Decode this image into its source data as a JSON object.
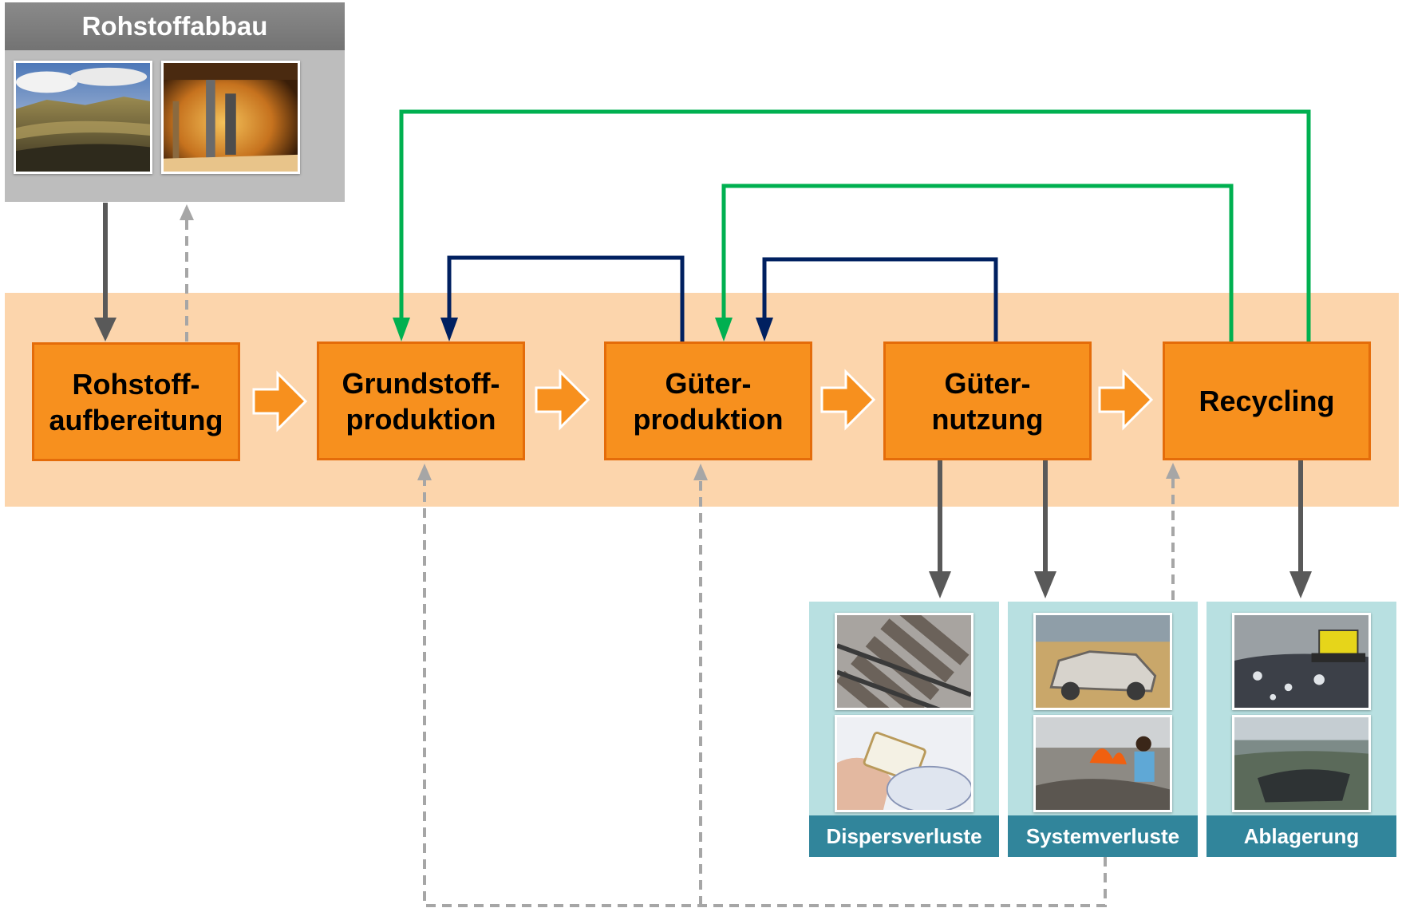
{
  "mining": {
    "title": "Rohstoffabbau",
    "photos": [
      "open-pit-mine-photo",
      "underground-mine-photo"
    ]
  },
  "process_steps": [
    {
      "id": "rohstoffaufbereitung",
      "label": "Rohstoff-\naufbereitung"
    },
    {
      "id": "grundstoffproduktion",
      "label": "Grundstoff-\nproduktion"
    },
    {
      "id": "gueterproduktion",
      "label": "Güter-\nproduktion"
    },
    {
      "id": "gueternutzung",
      "label": "Güter-\nnutzung"
    },
    {
      "id": "recycling",
      "label": "Recycling"
    }
  ],
  "losses": [
    {
      "id": "dispersverluste",
      "label": "Dispersverluste",
      "photos": [
        "railway-tracks-photo",
        "rfid-tag-photo"
      ]
    },
    {
      "id": "systemverluste",
      "label": "Systemverluste",
      "photos": [
        "scrapped-car-photo",
        "waste-burning-photo"
      ]
    },
    {
      "id": "ablagerung",
      "label": "Ablagerung",
      "photos": [
        "landfill-bulldozer-photo",
        "landfill-site-photo"
      ]
    }
  ],
  "colors": {
    "process_fill": "#f7901e",
    "process_border": "#e46c0a",
    "band": "#fcd5ac",
    "loss_panel": "#b8e0e1",
    "loss_label": "#31859b",
    "green_loop": "#00b050",
    "blue_loop": "#002060",
    "solid_flow": "#595959",
    "dashed_flow": "#a6a6a6",
    "step_arrow": "#f7901e"
  }
}
